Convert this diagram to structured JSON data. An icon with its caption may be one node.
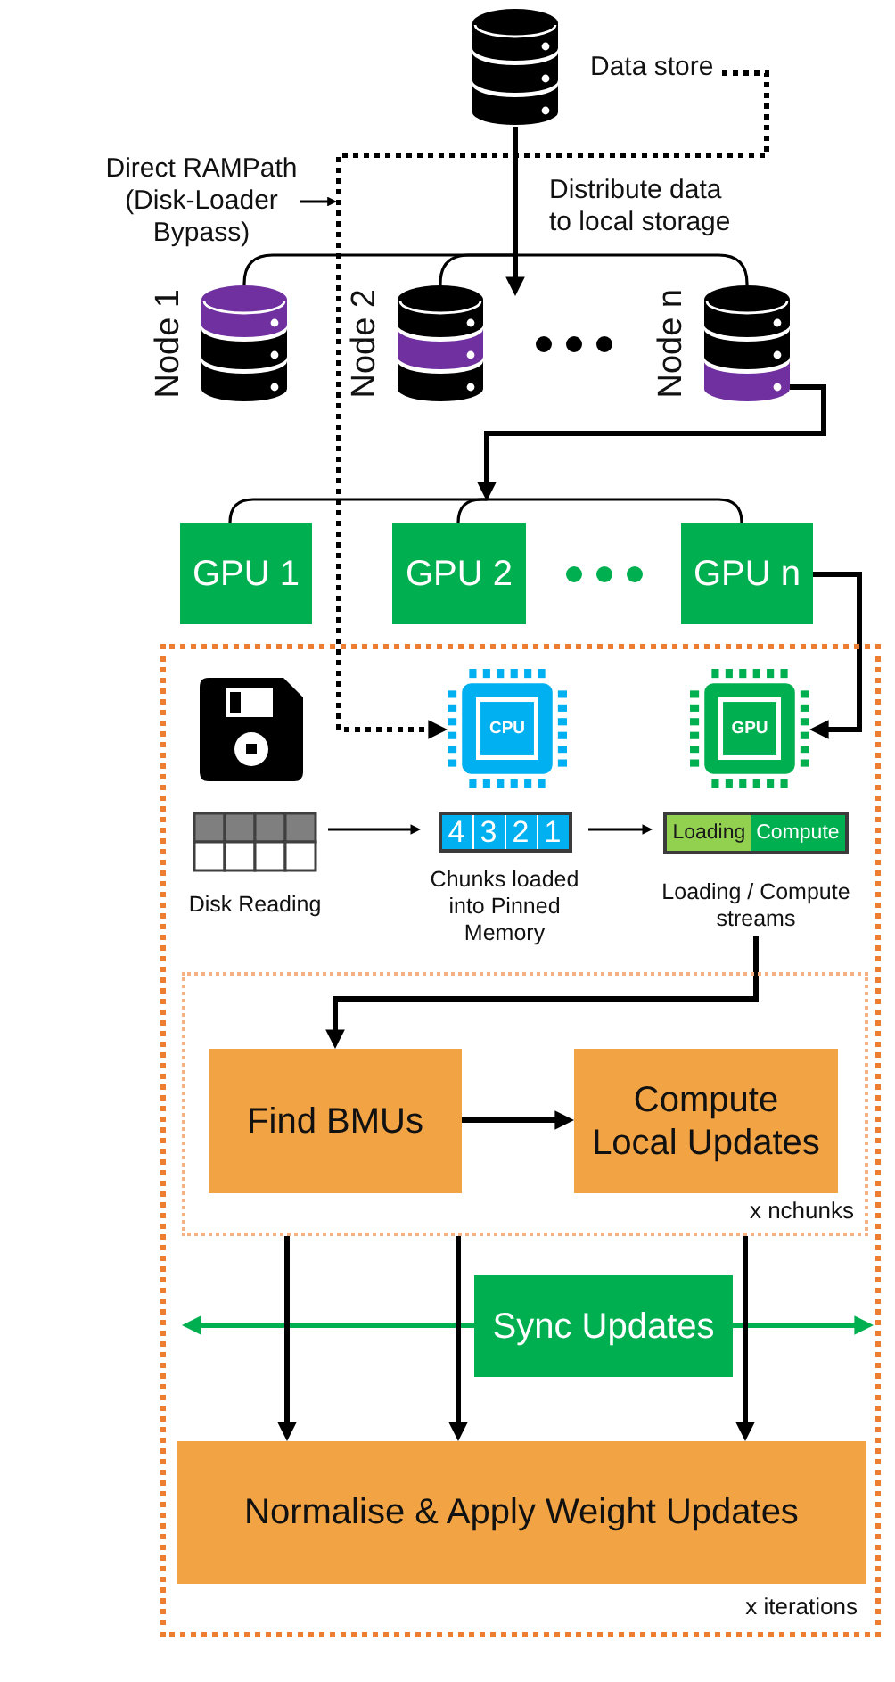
{
  "diagram": {
    "nodes": [
      {
        "text": [],
        "shape": "cylinder",
        "beside": [
          "Data store"
        ]
      },
      {
        "text": [
          "Direct RAMPath (Disk-Loader Bypass)"
        ]
      },
      {
        "text": [],
        "shape": "cylinder",
        "beside": [
          "Node 1"
        ]
      },
      {
        "text": [],
        "shape": "cylinder",
        "beside": [
          "Node 2"
        ]
      },
      {
        "text": [],
        "shape": "cylinder",
        "beside": [
          "Node n"
        ]
      },
      {
        "text": [
          "GPU 1"
        ]
      },
      {
        "text": [
          "GPU 2"
        ]
      },
      {
        "text": [
          "GPU n"
        ]
      },
      {
        "text": [
          "x iterations"
        ]
      },
      {
        "text": [
          "CPU"
        ],
        "in": 8
      },
      {
        "text": [
          "GPU"
        ],
        "in": 8
      },
      {
        "text": [],
        "shape": "box",
        "beside": [
          "Disk Reading"
        ],
        "in": 8
      },
      {
        "text": [
          "4",
          "3",
          "2",
          "1"
        ],
        "beside": [
          "Chunks loaded into Pinned Memory"
        ],
        "in": 8
      },
      {
        "text": [
          "Loading",
          "Compute"
        ],
        "beside": [
          "Loading / Compute streams"
        ],
        "in": 8
      },
      {
        "text": [
          "x nchunks"
        ],
        "in": 8
      },
      {
        "text": [
          "Find BMUs"
        ],
        "in": 14
      },
      {
        "text": [
          "Compute Local Updates"
        ],
        "in": 14
      },
      {
        "text": [
          "Sync Updates"
        ],
        "in": 8
      },
      {
        "text": [
          "Normalise & Apply Weight Updates"
        ],
        "in": 8
      }
    ],
    "edges": [
      {
        "from": 0,
        "to": 2,
        "arrow": "none"
      },
      {
        "from": 0,
        "to": 3,
        "arrow": "to",
        "label": "Distribute data to local storage"
      },
      {
        "from": 0,
        "to": 4,
        "arrow": "none"
      },
      {
        "from": 0,
        "to": 9,
        "arrow": "to",
        "style": "dashed"
      },
      {
        "from": 1,
        "to": null,
        "arrow": "to"
      },
      {
        "from": 4,
        "to": 5,
        "arrow": "none"
      },
      {
        "from": 4,
        "to": 6,
        "arrow": "to"
      },
      {
        "from": 4,
        "to": 7,
        "arrow": "none"
      },
      {
        "from": 7,
        "to": 10,
        "arrow": "to"
      },
      {
        "from": 11,
        "to": 12,
        "arrow": "to"
      },
      {
        "from": 12,
        "to": 13,
        "arrow": "to"
      },
      {
        "from": 13,
        "to": 15,
        "arrow": "to"
      },
      {
        "from": 15,
        "to": 16,
        "arrow": "to"
      },
      {
        "from": 17,
        "to": null,
        "arrow": "to",
        "color": "#00b050"
      },
      {
        "from": 17,
        "to": null,
        "arrow": "to",
        "color": "#00b050"
      },
      {
        "from": 14,
        "to": 18,
        "arrow": "to"
      },
      {
        "from": 14,
        "to": 18,
        "arrow": "to"
      },
      {
        "from": 14,
        "to": 18,
        "arrow": "to"
      }
    ]
  }
}
